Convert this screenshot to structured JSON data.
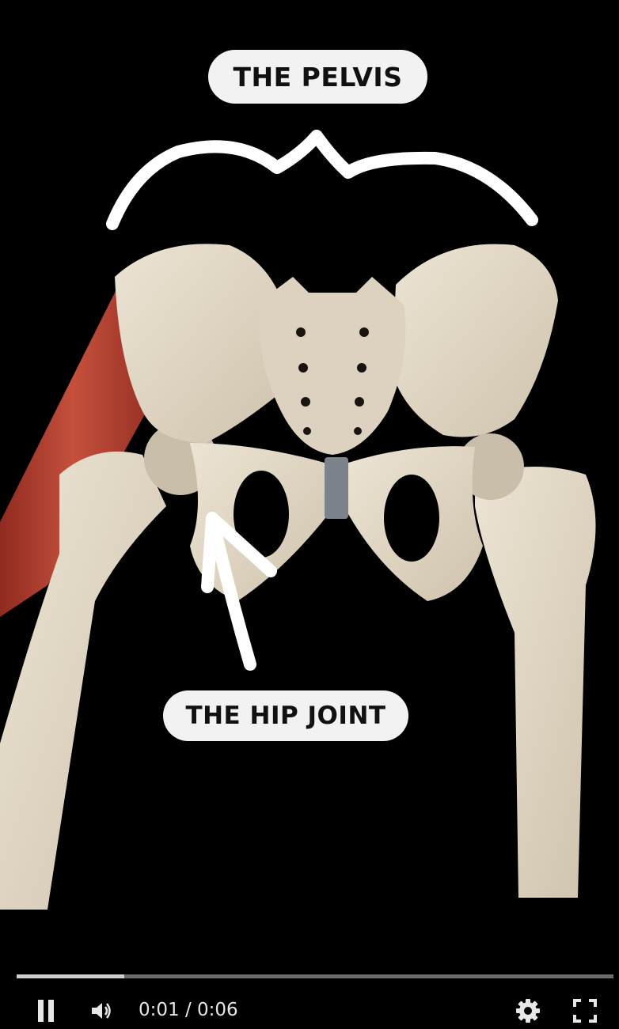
{
  "video": {
    "pelvis_label": "THE PELVIS",
    "hip_label": "THE HIP JOINT"
  },
  "controls": {
    "progress": 0.18,
    "current_time": "0:01",
    "separator": "/",
    "duration": "0:06",
    "icons": {
      "play_state": "pause-icon",
      "volume": "volume-icon",
      "settings": "gear-icon",
      "fullscreen": "fullscreen-icon"
    }
  },
  "colors": {
    "background": "#000000",
    "bone": "#e0d6c4",
    "muscle": "#b8402f",
    "annotation": "#ffffff",
    "progress_track": "#6b6b6b",
    "progress_fill": "#cfcfcf"
  }
}
